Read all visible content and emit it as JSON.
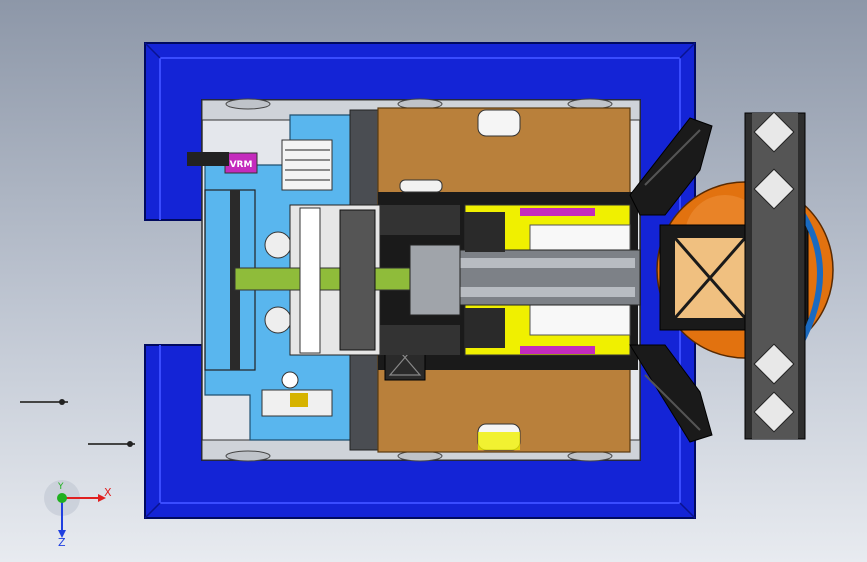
{
  "viewport": {
    "view_name": "top",
    "background_top": "#8d97a8",
    "background_bottom": "#e8ebf0"
  },
  "model": {
    "bumper_color": "#1424d6",
    "frame_color": "#d9dde3",
    "electronics_plate_color": "#59b6ee",
    "wood_plate_color": "#b9803b",
    "intake_color": "#f0f000",
    "ball_color": "#e2720f",
    "dark_part_color": "#1a1a1a",
    "label_vrm": "VRM"
  },
  "triad": {
    "x_label": "X",
    "y_label": "Y",
    "z_label": "Z",
    "x_color": "#e02020",
    "y_color": "#20b020",
    "z_color": "#2040e0"
  }
}
